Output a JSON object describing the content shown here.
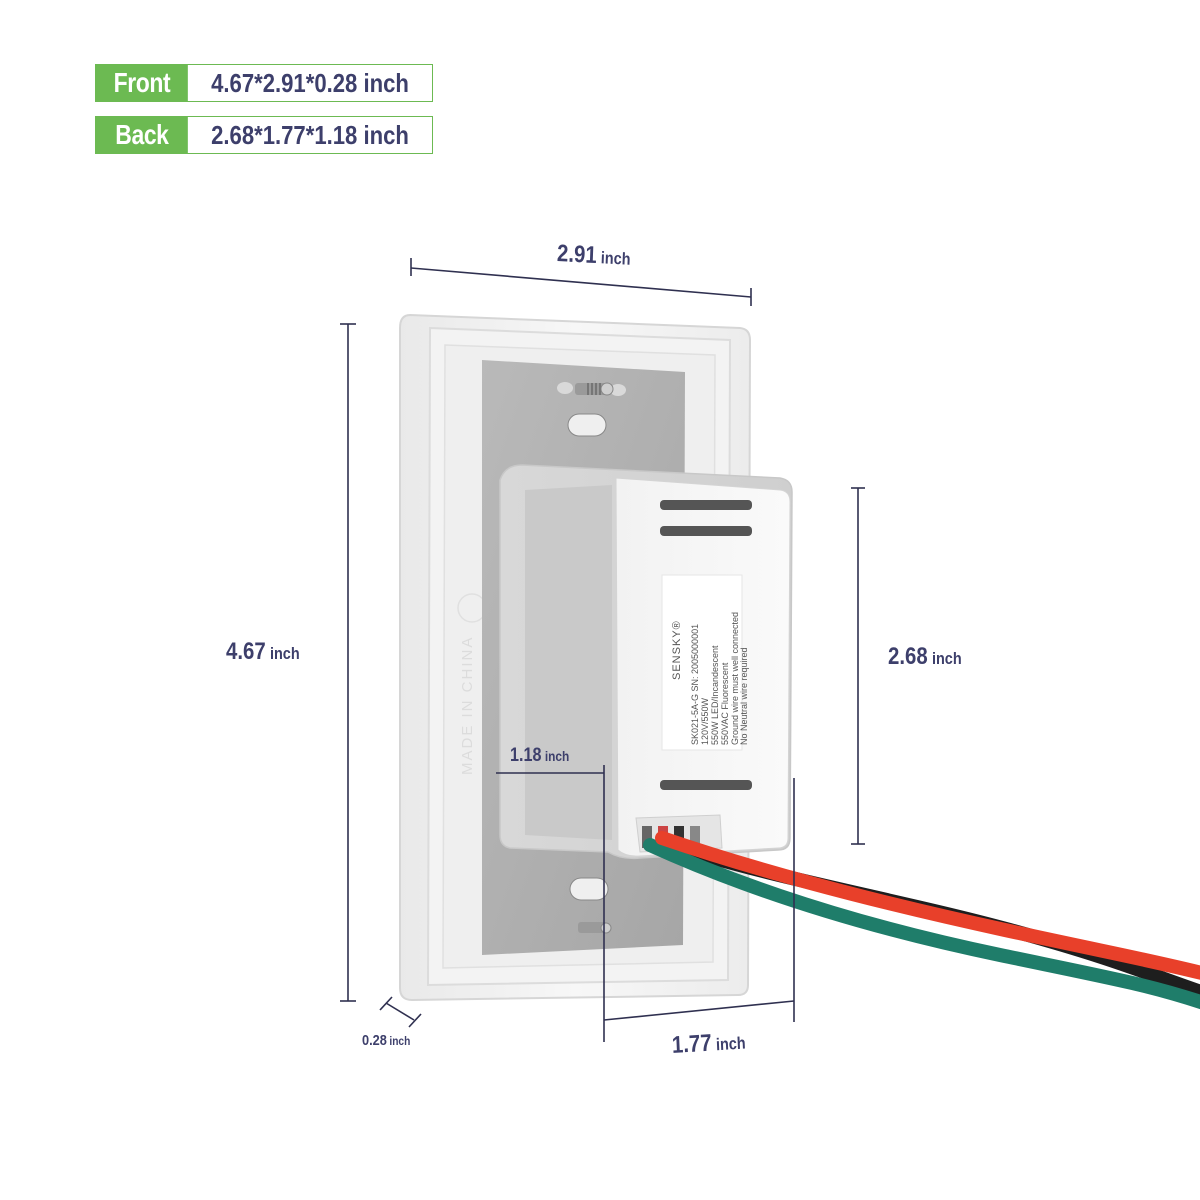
{
  "specs": [
    {
      "label": "Front",
      "value": "4.67*2.91*0.28 inch"
    },
    {
      "label": "Back",
      "value": "2.68*1.77*1.18 inch"
    }
  ],
  "dimensions": {
    "width_front": {
      "value": "2.91",
      "unit": "inch"
    },
    "height_front": {
      "value": "4.67",
      "unit": "inch"
    },
    "depth_front": {
      "value": "0.28",
      "unit": "inch"
    },
    "height_back": {
      "value": "2.68",
      "unit": "inch"
    },
    "width_back": {
      "value": "1.77",
      "unit": "inch"
    },
    "depth_back": {
      "value": "1.18",
      "unit": "inch"
    }
  },
  "product_label": {
    "brand": "SENSKY®",
    "lines": [
      "SK021-5A-G   SN: 2005000001",
      "120V/550W",
      "550W LED/Incandescent",
      "550VAC Fluorescent",
      "Ground wire must well connected",
      "No Neutral wire required"
    ]
  },
  "plate_embossed_text": "MADE IN CHINA",
  "colors": {
    "accent_green": "#6cba52",
    "dimension_text": "#3d3f6b",
    "wire_red": "#e8402a",
    "wire_green": "#1f7d6a",
    "wire_black": "#1e1e1e"
  }
}
